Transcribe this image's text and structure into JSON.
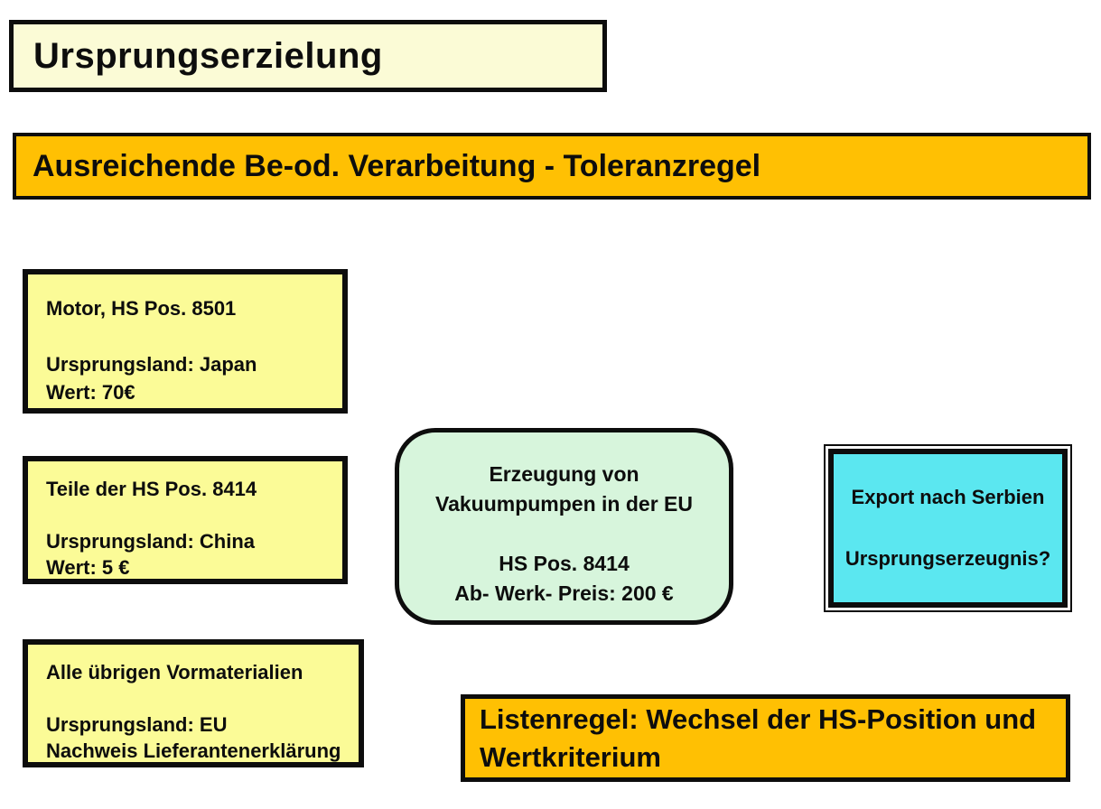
{
  "slide": {
    "background": "#ffffff"
  },
  "title_box": {
    "label": "Ursprungserzielung",
    "fill": "#FBFBD6"
  },
  "banner": {
    "label": "Ausreichende Be-od. Verarbeitung - Toleranzregel",
    "fill": "#FFC003"
  },
  "material_boxes": [
    {
      "id": "motor",
      "fill": "#FBFB97",
      "lines": [
        "Motor, HS Pos. 8501",
        "",
        "Ursprungsland: Japan",
        "Wert: 70€"
      ]
    },
    {
      "id": "teile",
      "fill": "#FBFB97",
      "lines": [
        "Teile der HS Pos. 8414",
        "",
        "Ursprungsland: China",
        "Wert: 5 €"
      ]
    },
    {
      "id": "vormaterialien",
      "fill": "#FBFB97",
      "lines": [
        "Alle übrigen Vormaterialien",
        "",
        "Ursprungsland: EU",
        "Nachweis Lieferantenerklärung"
      ]
    }
  ],
  "process_box": {
    "fill": "#D7F5DC",
    "lines": [
      "Erzeugung von",
      "Vakuumpumpen in der EU",
      "",
      "HS Pos. 8414",
      "Ab- Werk- Preis: 200 €"
    ]
  },
  "export_box": {
    "fill": "#5BE7F0",
    "lines": [
      "Export nach Serbien",
      "",
      "Ursprungserzeugnis?"
    ]
  },
  "rule_box": {
    "fill": "#FFC003",
    "lines": [
      "Listenregel: Wechsel der HS-Position und",
      "Wertkriterium"
    ]
  },
  "colors": {
    "pale_yellow": "#FBFBD6",
    "yellow": "#FBFB97",
    "orange": "#FFC003",
    "mint_green": "#D7F5DC",
    "cyan": "#5BE7F0",
    "border_black": "#0d0d0d",
    "background": "#ffffff"
  }
}
